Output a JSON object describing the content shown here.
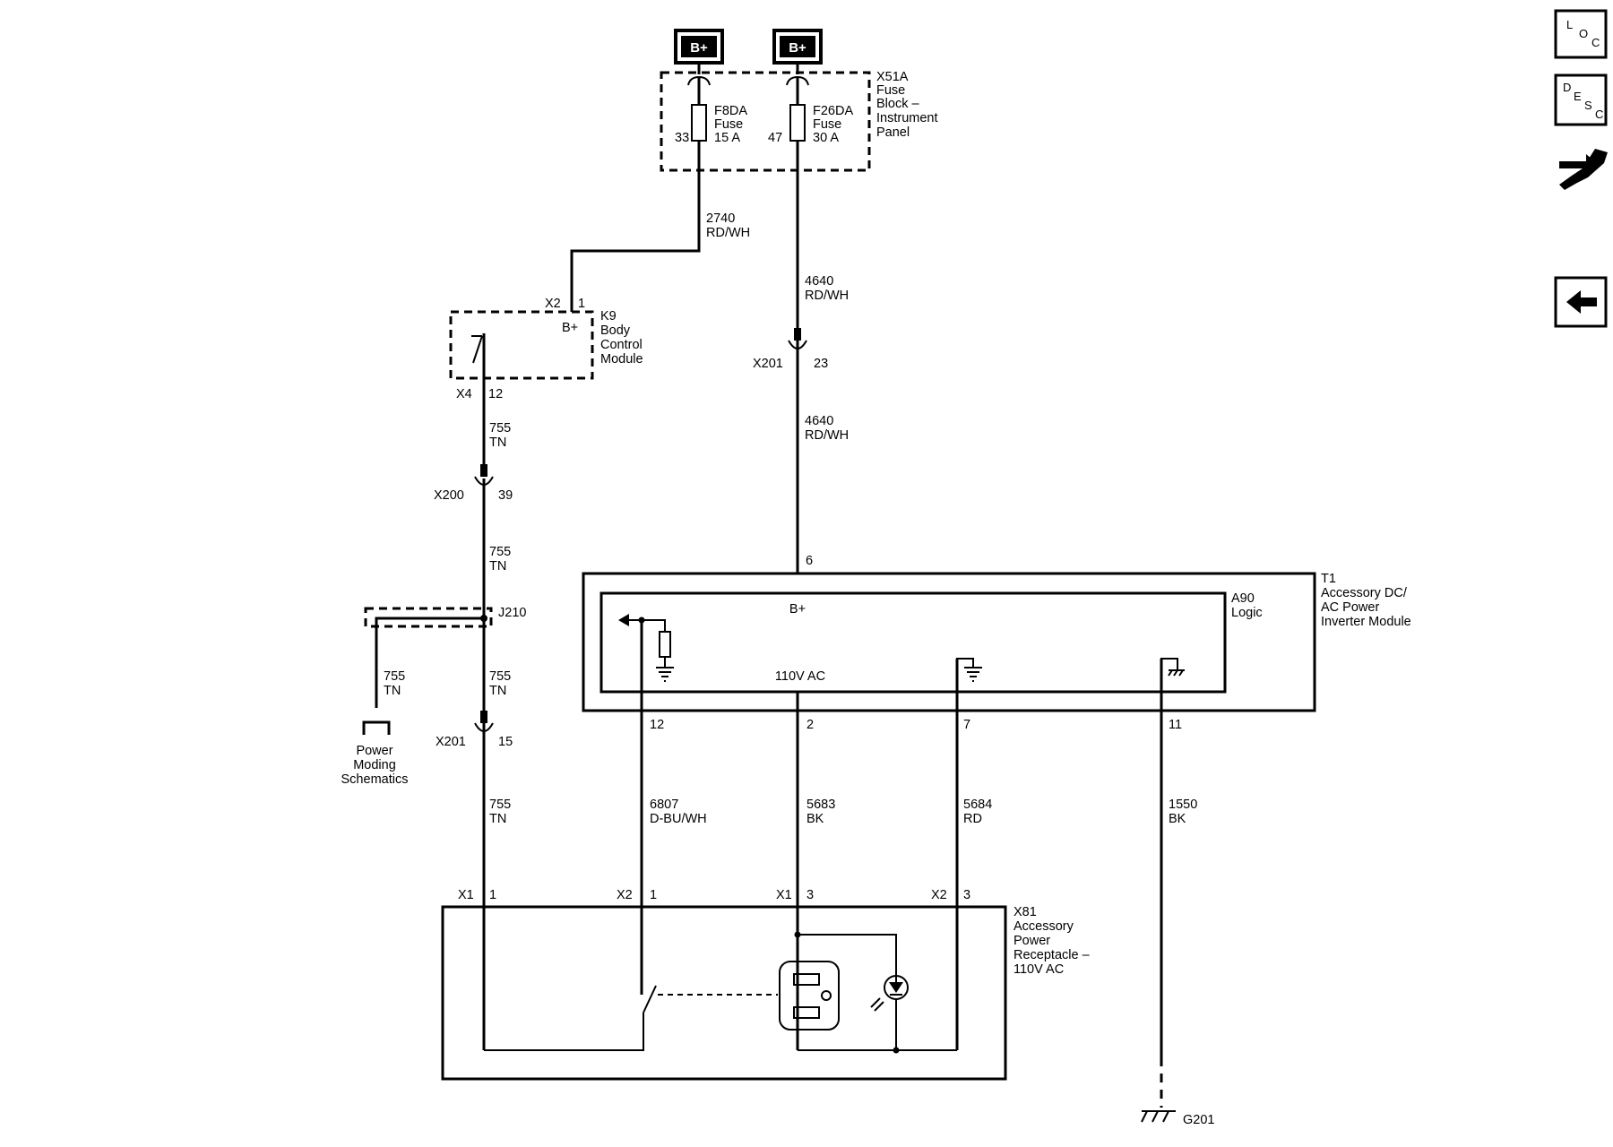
{
  "power_sources": {
    "left": "B+",
    "right": "B+"
  },
  "fuse_block": {
    "name": "X51A",
    "desc": [
      "Fuse",
      "Block –",
      "Instrument",
      "Panel"
    ],
    "fuse_left": {
      "name": "F8DA",
      "label": "Fuse",
      "rating": "15 A",
      "pin": "33"
    },
    "fuse_right": {
      "name": "F26DA",
      "label": "Fuse",
      "rating": "30 A",
      "pin": "47"
    }
  },
  "wires": {
    "w2740": {
      "circuit": "2740",
      "color": "RD/WH"
    },
    "w4640a": {
      "circuit": "4640",
      "color": "RD/WH"
    },
    "w4640b": {
      "circuit": "4640",
      "color": "RD/WH"
    },
    "w755a": {
      "circuit": "755",
      "color": "TN"
    },
    "w755b": {
      "circuit": "755",
      "color": "TN"
    },
    "w755c": {
      "circuit": "755",
      "color": "TN"
    },
    "w755d": {
      "circuit": "755",
      "color": "TN"
    },
    "w755e": {
      "circuit": "755",
      "color": "TN"
    },
    "w6807": {
      "circuit": "6807",
      "color": "D-BU/WH"
    },
    "w5683": {
      "circuit": "5683",
      "color": "BK"
    },
    "w5684": {
      "circuit": "5684",
      "color": "RD"
    },
    "w1550": {
      "circuit": "1550",
      "color": "BK"
    }
  },
  "bcm": {
    "name": "K9",
    "desc": [
      "Body",
      "Control",
      "Module"
    ],
    "conn_in": "X2",
    "pin_in": "1",
    "bplus": "B+",
    "conn_out": "X4",
    "pin_out": "12"
  },
  "connectors": {
    "x201_top": {
      "name": "X201",
      "pin": "23"
    },
    "x200": {
      "name": "X200",
      "pin": "39"
    },
    "x201_left": {
      "name": "X201",
      "pin": "15"
    }
  },
  "splice": {
    "name": "J210"
  },
  "power_moding": [
    "Power",
    "Moding",
    "Schematics"
  ],
  "inverter": {
    "name": "T1",
    "desc": [
      "Accessory DC/",
      "AC Power",
      "Inverter Module"
    ],
    "logic_name": "A90",
    "logic_label": "Logic",
    "bplus": "B+",
    "ac_label": "110V AC",
    "pin_in": "6",
    "pins": [
      "12",
      "2",
      "7",
      "11"
    ]
  },
  "receptacle": {
    "name": "X81",
    "desc": [
      "Accessory",
      "Power",
      "Receptacle –",
      "110V AC"
    ],
    "pins": [
      {
        "conn": "X1",
        "pin": "1"
      },
      {
        "conn": "X2",
        "pin": "1"
      },
      {
        "conn": "X1",
        "pin": "3"
      },
      {
        "conn": "X2",
        "pin": "3"
      }
    ]
  },
  "ground": {
    "name": "G201"
  },
  "side_buttons": {
    "loc": [
      "L",
      "O",
      "C"
    ],
    "desc": [
      "D",
      "E",
      "S",
      "C"
    ]
  }
}
